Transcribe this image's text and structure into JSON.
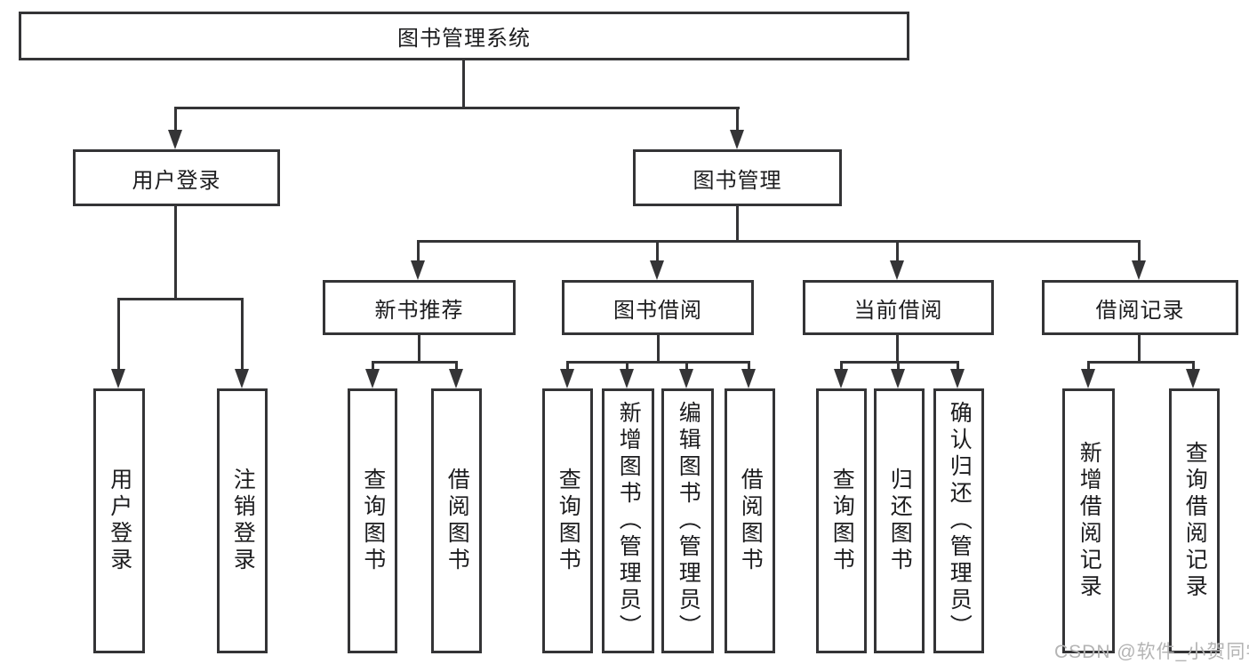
{
  "watermark": "CSDN @软件_小贺同学",
  "colors": {
    "line": "#343436",
    "text": "#1c1c1e",
    "watermark": "#b4b4b4",
    "background": "#ffffff"
  },
  "tree": {
    "label": "图书管理系统",
    "children": [
      {
        "label": "用户登录",
        "children": [
          {
            "label": "用户登录"
          },
          {
            "label": "注销登录"
          }
        ]
      },
      {
        "label": "图书管理",
        "children": [
          {
            "label": "新书推荐",
            "children": [
              {
                "label": "查询图书"
              },
              {
                "label": "借阅图书"
              }
            ]
          },
          {
            "label": "图书借阅",
            "children": [
              {
                "label": "查询图书"
              },
              {
                "label": "新增图书（管理员）"
              },
              {
                "label": "编辑图书（管理员）"
              },
              {
                "label": "借阅图书"
              }
            ]
          },
          {
            "label": "当前借阅",
            "children": [
              {
                "label": "查询图书"
              },
              {
                "label": "归还图书"
              },
              {
                "label": "确认归还（管理员）"
              }
            ]
          },
          {
            "label": "借阅记录",
            "children": [
              {
                "label": "新增借阅记录"
              },
              {
                "label": "查询借阅记录"
              }
            ]
          }
        ]
      }
    ]
  }
}
